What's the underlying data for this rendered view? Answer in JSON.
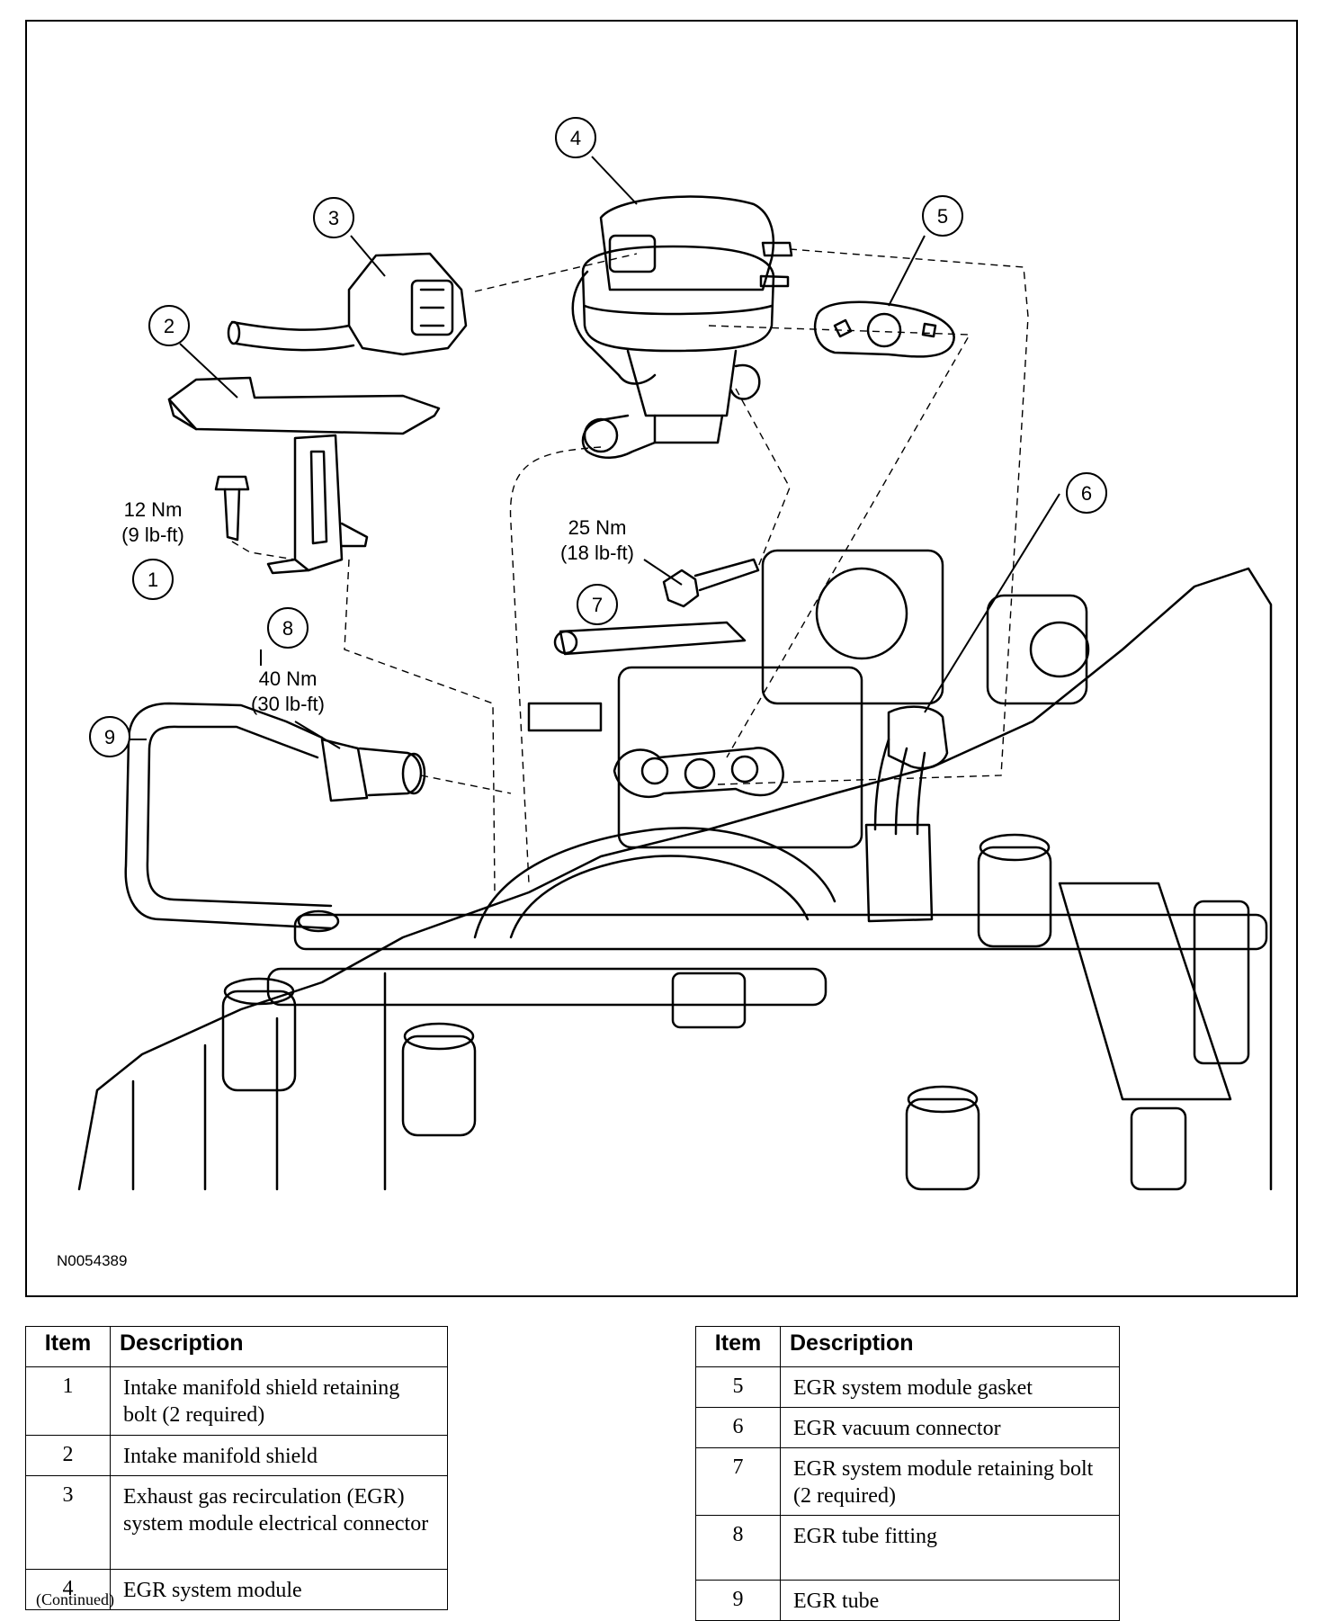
{
  "figure_id": "N0054389",
  "callouts": [
    {
      "num": "1",
      "torque_nm": "12 Nm",
      "torque_lbft": "(9 lb-ft)"
    },
    {
      "num": "2"
    },
    {
      "num": "3"
    },
    {
      "num": "4"
    },
    {
      "num": "5"
    },
    {
      "num": "6"
    },
    {
      "num": "7",
      "torque_nm": "25 Nm",
      "torque_lbft": "(18 lb-ft)"
    },
    {
      "num": "8",
      "torque_nm": "40 Nm",
      "torque_lbft": "(30 lb-ft)"
    },
    {
      "num": "9"
    }
  ],
  "legend": {
    "header_item": "Item",
    "header_desc": "Description",
    "left_rows": [
      {
        "item": "1",
        "desc": "Intake manifold shield retaining bolt (2 required)"
      },
      {
        "item": "2",
        "desc": "Intake manifold shield"
      },
      {
        "item": "3",
        "desc": "Exhaust gas recirculation (EGR) system module electrical connector"
      },
      {
        "item": "4",
        "desc": "EGR system module"
      }
    ],
    "right_rows": [
      {
        "item": "5",
        "desc": "EGR system module gasket"
      },
      {
        "item": "6",
        "desc": "EGR vacuum connector"
      },
      {
        "item": "7",
        "desc": "EGR system module retaining bolt (2 required)"
      },
      {
        "item": "8",
        "desc": "EGR tube fitting"
      },
      {
        "item": "9",
        "desc": "EGR tube"
      }
    ]
  },
  "footer_note": "(Continued)"
}
